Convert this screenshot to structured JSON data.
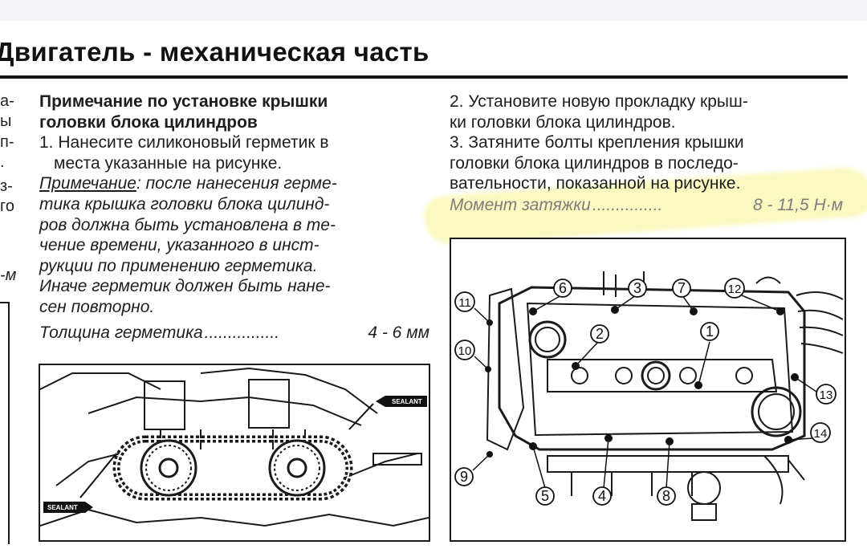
{
  "heading": "Двигатель - механическая часть",
  "left_fragments": [
    "а-",
    "ы",
    "п-",
    ".",
    "з-",
    "го",
    "-м"
  ],
  "column1": {
    "title_lines": [
      "Примечание по установке крышки",
      "головки блока цилиндров"
    ],
    "step1_lines": [
      "1. Нанесите силиконовый герметик в",
      "места указанные на рисунке."
    ],
    "note_label": "Примечание",
    "note_first_rest": ": после нанесения герме-",
    "note_lines": [
      "тика крышка головки блока цилинд-",
      "ров должна быть установлена в те-",
      "чение времени, указанного в инст-",
      "рукции по применению герметика.",
      "Иначе герметик должен быть нане-",
      "сен повторно."
    ],
    "spec_label": "Толщина герметика",
    "spec_dots": "................",
    "spec_value": "4 - 6 мм"
  },
  "column2": {
    "step2_lines": [
      "2. Установите новую прокладку крыш-",
      "ки головки блока цилиндров."
    ],
    "step3_lines": [
      "3. Затяните болты крепления крышки",
      "головки блока цилиндров в последо-",
      "вательности, показанной на рисунке."
    ],
    "torque_label": "Момент затяжки",
    "torque_dots": "...............",
    "torque_value": "8 - 11,5 Н·м"
  },
  "figure1": {
    "sealant_tags": [
      "SEALANT",
      "SEALANT"
    ]
  },
  "figure2": {
    "callouts": [
      "1",
      "2",
      "3",
      "4",
      "5",
      "6",
      "7",
      "8",
      "9",
      "10",
      "11",
      "12",
      "13",
      "14"
    ]
  },
  "colors": {
    "text": "#1d1d1d",
    "highlight": "#f0f05a",
    "border": "#1a1a1a",
    "muted": "#7d7d7d"
  }
}
